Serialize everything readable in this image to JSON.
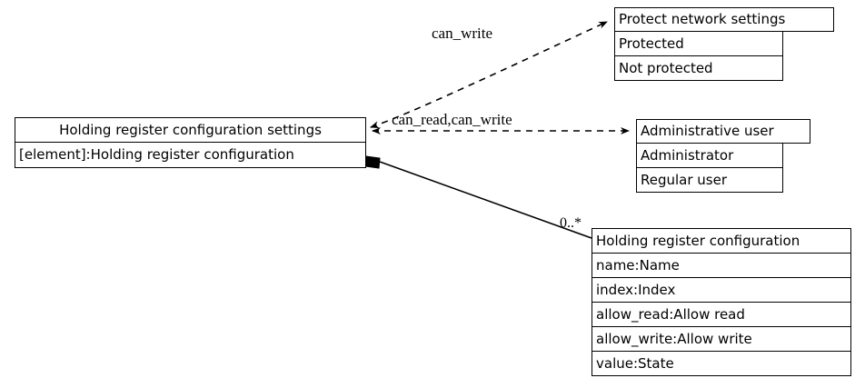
{
  "diagram": {
    "type": "uml-class-diagram",
    "background": "#ffffff",
    "line_color": "#000000",
    "text_color": "#000000"
  },
  "nodes": {
    "holding_register_configuration_settings": {
      "title": "Holding register configuration settings",
      "rows": [
        "[element]:Holding register configuration"
      ]
    },
    "protect_network_settings": {
      "title": "Protect network settings",
      "rows": [
        "Protected",
        "Not protected"
      ]
    },
    "administrative_user": {
      "title": "Administrative user",
      "rows": [
        "Administrator",
        "Regular user"
      ]
    },
    "holding_register_configuration": {
      "title": "Holding register configuration",
      "rows": [
        "name:Name",
        "index:Index",
        "allow_read:Allow read",
        "allow_write:Allow write",
        "value:State"
      ]
    }
  },
  "edges": [
    {
      "id": "edge-can-write",
      "label": "can_write",
      "style": "dashed",
      "from": "protect_network_settings",
      "to": "holding_register_configuration_settings",
      "arrowheads": "both"
    },
    {
      "id": "edge-can-read-can-write",
      "label": "can_read,can_write",
      "style": "dashed",
      "from": "holding_register_configuration_settings",
      "to": "administrative_user",
      "arrowheads": "both"
    },
    {
      "id": "edge-composition",
      "label": "0..*",
      "style": "solid",
      "from": "holding_register_configuration_settings",
      "to": "holding_register_configuration",
      "source_decoration": "filled-diamond"
    }
  ]
}
